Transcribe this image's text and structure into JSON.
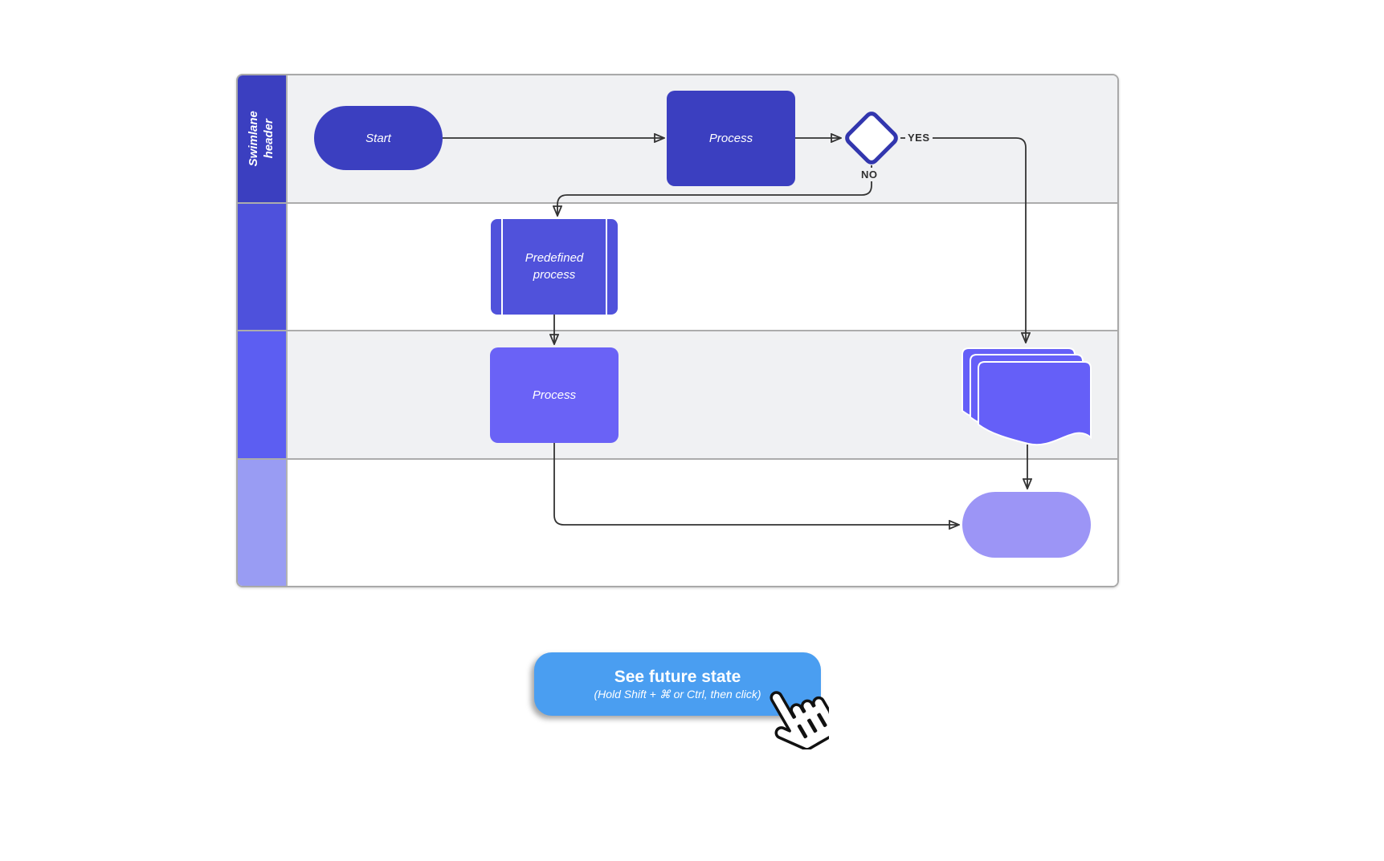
{
  "page": {
    "background": "#FFFFFF"
  },
  "diagram": {
    "header": {
      "label": "Swimlane header"
    },
    "border_color": "#A9A9A9",
    "connector_color": "#333333",
    "lanes": [
      {
        "id": "lane-1",
        "tab_color": "#3B3FC0",
        "background": "#F0F1F3"
      },
      {
        "id": "lane-2",
        "tab_color": "#4E51DC",
        "background": "#FFFFFF"
      },
      {
        "id": "lane-3",
        "tab_color": "#5C5EF2",
        "background": "#F0F1F3"
      },
      {
        "id": "lane-4",
        "tab_color": "#999CF3",
        "background": "#FFFFFF"
      }
    ],
    "nodes": {
      "start": {
        "label": "Start",
        "fill": "#3B3FC0",
        "text_color": "#FFFFFF"
      },
      "process_1": {
        "label": "Process",
        "fill": "#3B3FC0",
        "text_color": "#FFFFFF"
      },
      "decision": {
        "fill": "#FFFFFF",
        "border_color": "#3236AE"
      },
      "predefined": {
        "label": "Predefined process",
        "fill": "#5052DB",
        "text_color": "#FFFFFF"
      },
      "process_2": {
        "label": "Process",
        "fill": "#6A62F6",
        "text_color": "#FFFFFF"
      },
      "multi_document": {
        "fill": "#655FF8"
      },
      "terminator": {
        "fill": "#9C95F6"
      }
    },
    "edges": {
      "yes_label": "YES",
      "no_label": "NO"
    }
  },
  "cta": {
    "title": "See future state",
    "subtitle": "(Hold Shift + ⌘ or Ctrl, then click)",
    "background": "#4A9EF1",
    "text_color": "#FFFFFF"
  }
}
